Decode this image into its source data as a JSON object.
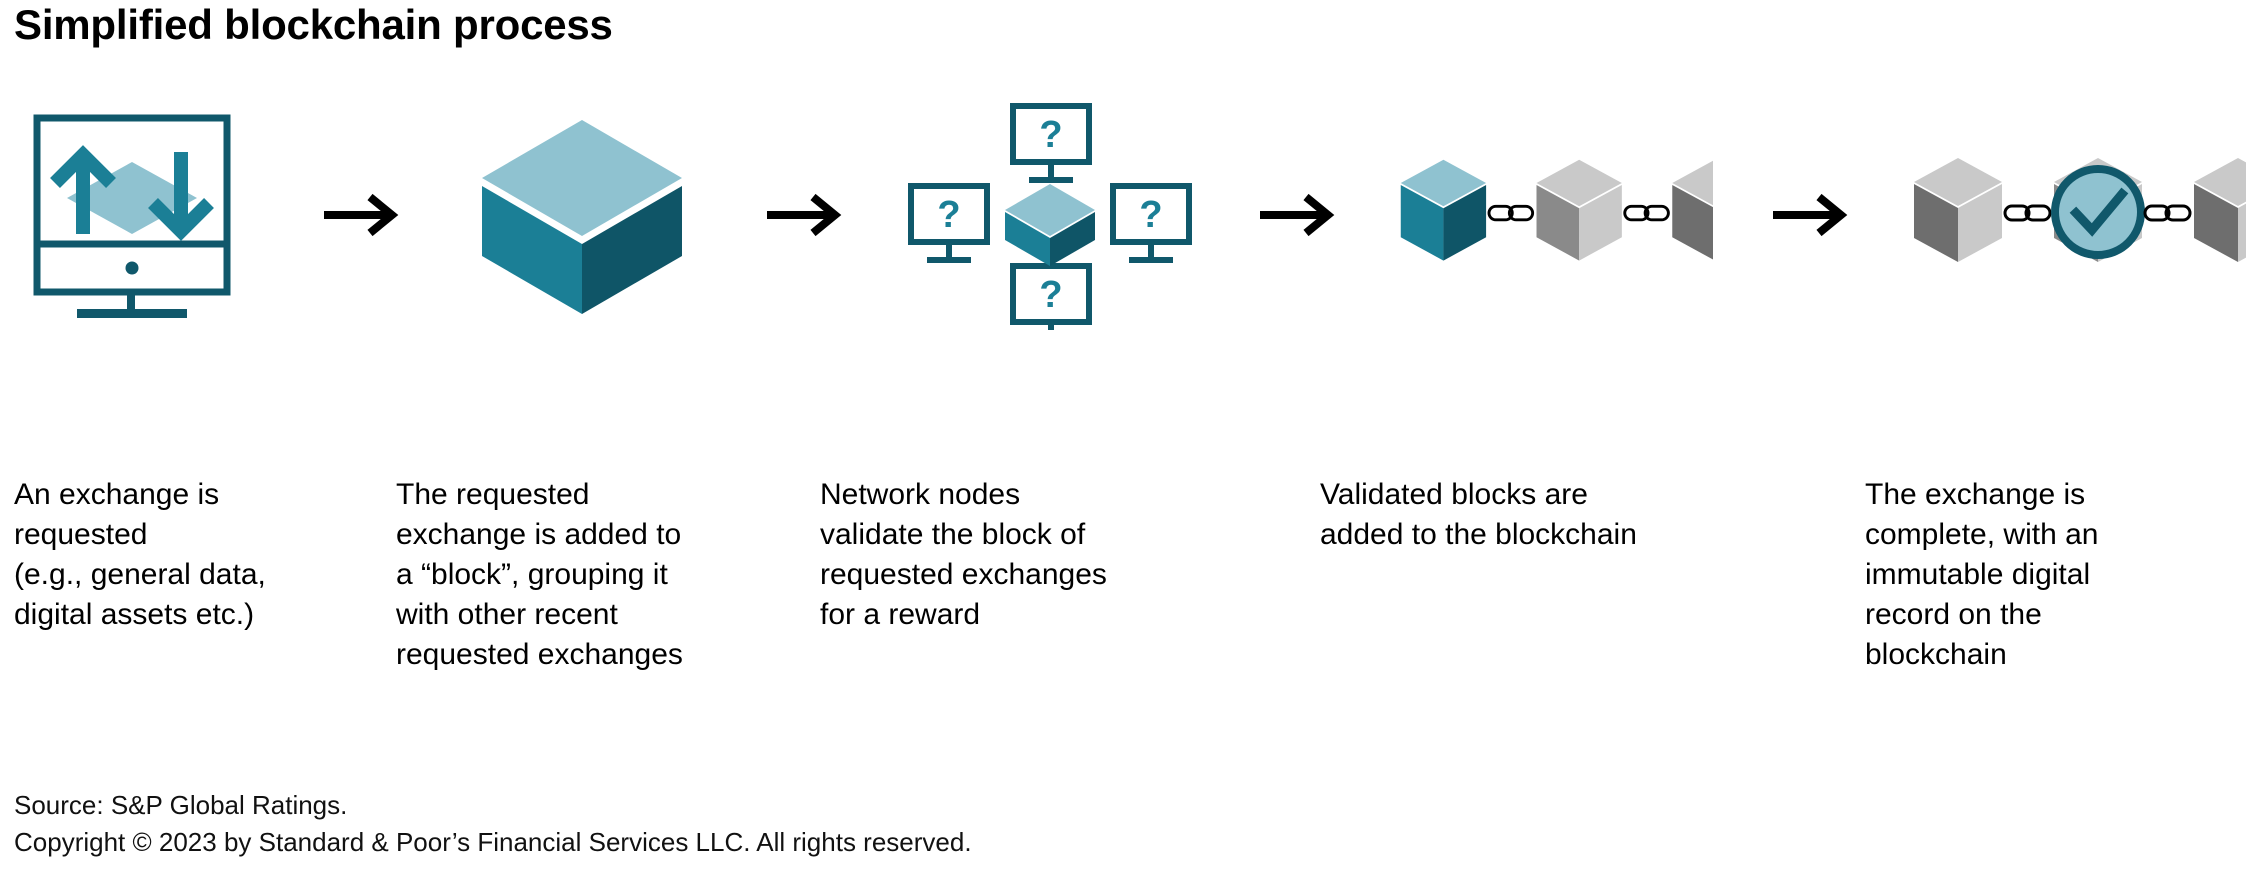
{
  "title": "Simplified blockchain process",
  "colors": {
    "teal_dark": "#0F5567",
    "teal_mid": "#1B7F96",
    "teal_light": "#8FC2D0",
    "teal_outline": "#10586B",
    "check_fill": "#8FC2D0",
    "check_stroke": "#10586B",
    "gray_light": "#C9C9C9",
    "gray_mid": "#8A8A8A",
    "gray_dark": "#6E6E6E",
    "arrow_black": "#000000",
    "text_black": "#000000"
  },
  "flow": {
    "arrow_icon": "arrow-right-icon",
    "steps": [
      {
        "index": 1,
        "icon": "monitor-exchange-icon",
        "icon_label": "monitor with up and down arrows",
        "caption": "An exchange is\nrequested\n(e.g., general data,\ndigital assets etc.)"
      },
      {
        "index": 2,
        "icon": "block-cube-icon",
        "icon_label": "isometric block cube",
        "caption": "The requested\nexchange is added to\na “block”, grouping it\nwith other recent\nrequested exchanges"
      },
      {
        "index": 3,
        "icon": "network-nodes-icon",
        "icon_label": "four question-mark monitors around a cube",
        "node_symbol": "?",
        "node_count": 4,
        "caption": "Network nodes\nvalidate the block of\nrequested exchanges\nfor a reward"
      },
      {
        "index": 4,
        "icon": "blockchain-linked-cubes-icon",
        "icon_label": "teal cube chained to two gray cubes",
        "cube_count": 3,
        "link_count": 2,
        "caption": "Validated blocks are\nadded to the blockchain"
      },
      {
        "index": 5,
        "icon": "blockchain-verified-icon",
        "icon_label": "gray cubes with a teal check badge on the middle block",
        "cube_count": 3,
        "link_count": 2,
        "badge_icon": "check-circle-icon",
        "caption": "The exchange is\ncomplete, with an\nimmutable digital\nrecord on the\nblockchain"
      }
    ]
  },
  "footer": {
    "source": "Source: S&P Global Ratings.",
    "copyright": "Copyright © 2023 by Standard & Poor’s Financial Services LLC. All rights reserved."
  }
}
